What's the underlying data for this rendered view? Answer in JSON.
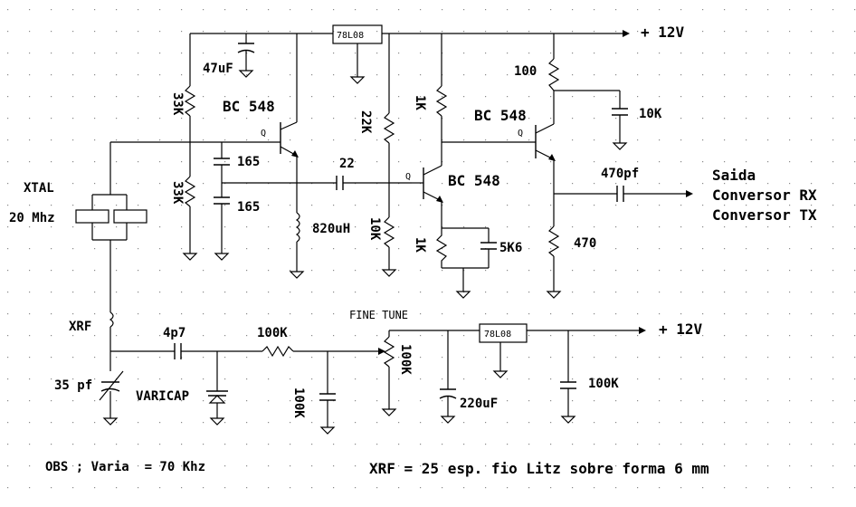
{
  "labels": {
    "supply_top": "+ 12V",
    "supply_bottom": "+ 12V",
    "reg_top": "78L08",
    "reg_bottom": "78L08",
    "c_47uf": "47uF",
    "r_33k_top": "33K",
    "r_33k_bottom": "33K",
    "q1": "BC 548",
    "q2": "BC 548",
    "q3": "BC 548",
    "c_165a": "165",
    "c_165b": "165",
    "c_22": "22",
    "r_22k": "22K",
    "r_1k_a": "1K",
    "r_1k_b": "1K",
    "r_10k_base": "10K",
    "c_5k6": "5K6",
    "r_100": "100",
    "c_10k": "10K",
    "c_470pf": "470pf",
    "r_470": "470",
    "l_820uh": "820uH",
    "xtal": "XTAL",
    "xtal_freq": "20 Mhz",
    "out1": "Saida",
    "out2": "Conversor RX",
    "out3": "Conversor TX",
    "xrf": "XRF",
    "c_35pf": "35 pf",
    "c_4p7": "4p7",
    "varicap": "VARICAP",
    "r_100k_a": "100K",
    "c_100k_a": "100K",
    "fine_tune": "FINE TUNE",
    "pot_100k": "100K",
    "c_220uf": "220uF",
    "c_100k_b": "100K",
    "q_mark1": "Q",
    "q_mark2": "Q",
    "q_mark3": "Q",
    "obs": "OBS ; Varia  = 70 Khz",
    "xrf_note": "XRF = 25 esp. fio Litz sobre forma 6 mm"
  }
}
